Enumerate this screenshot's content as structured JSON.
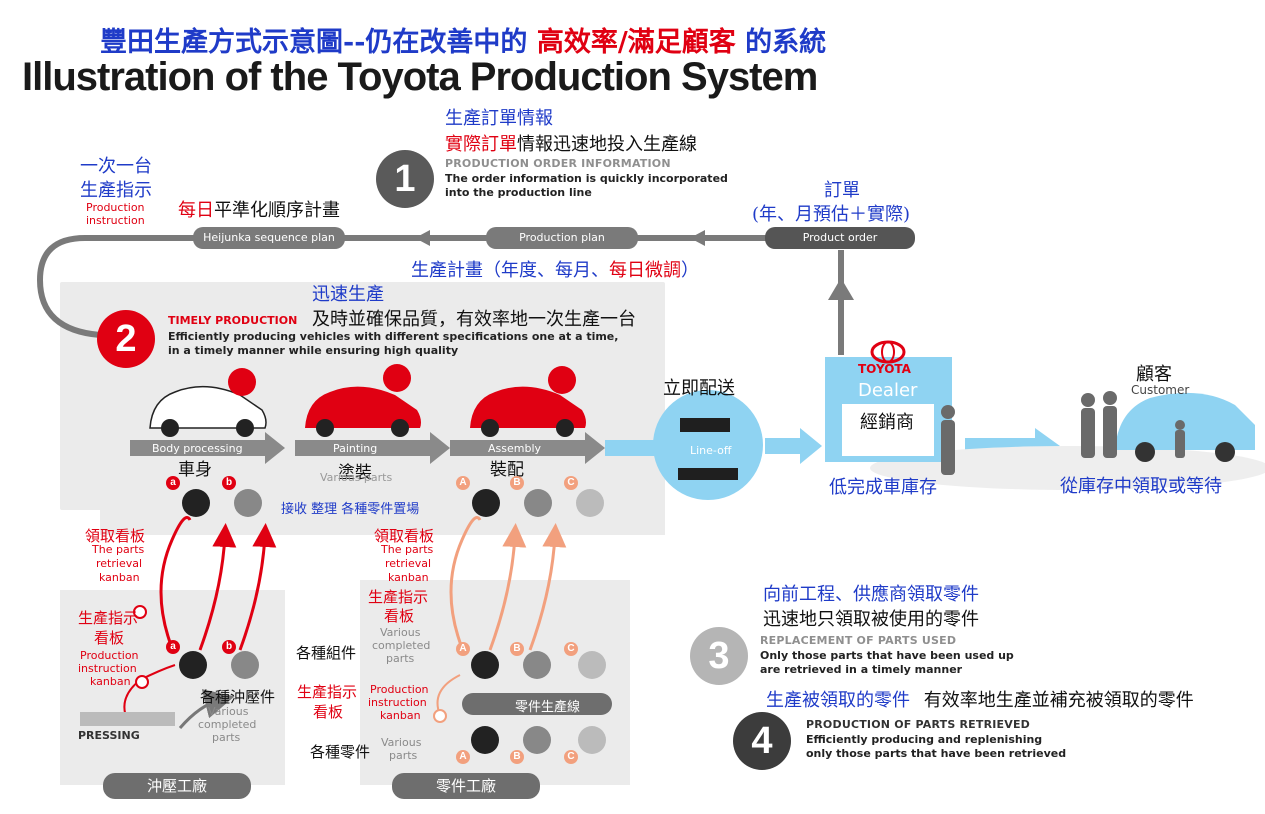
{
  "title": {
    "zh_part1": "豐田生產方式示意圖--仍在改善中的",
    "zh_part2": "高效率/滿足顧客",
    "zh_part3": "的系統",
    "en": "Illustration of the Toyota Production System"
  },
  "step1": {
    "number": "1",
    "zh_line1": "生產訂單情報",
    "zh_line2_red": "實際訂單",
    "zh_line2_rest": "情報迅速地投入生產線",
    "caption": "PRODUCTION ORDER INFORMATION",
    "desc_line1": "The order information is quickly incorporated",
    "desc_line2": "into the production line"
  },
  "instruction": {
    "zh_line1": "一次一台",
    "zh_line2": "生產指示",
    "en_line1": "Production",
    "en_line2": "instruction"
  },
  "daily": {
    "red": "每日",
    "rest": "平準化順序計畫"
  },
  "order_box": {
    "zh_line1": "訂單",
    "zh_line2": "(年、月預估＋實際)"
  },
  "pills": {
    "heijunka": "Heijunka sequence plan",
    "production_plan": "Production plan",
    "product_order": "Product order"
  },
  "production_plan_zh": {
    "blue": "生產計畫（年度、每月、",
    "red": "每日微調",
    "end": "）"
  },
  "step2": {
    "number": "2",
    "zh_blue": "迅速生產",
    "zh_black": "及時並確保品質，有效率地一次生產一台",
    "caption": "TIMELY PRODUCTION",
    "desc_line1": "Efficiently producing vehicles with different specifications one at a time,",
    "desc_line2": "in a timely manner while ensuring high quality"
  },
  "processes": {
    "body_en": "Body processing",
    "body_zh": "車身",
    "paint_en": "Painting",
    "paint_zh": "塗裝",
    "assembly_en": "Assembly",
    "assembly_zh": "裝配",
    "various_parts": "Various parts",
    "line_off": "Line-off",
    "immediate": "立即配送"
  },
  "dealer": {
    "brand": "TOYOTA",
    "en": "Dealer",
    "zh": "經銷商",
    "inventory": "低完成車庫存"
  },
  "customer": {
    "zh": "顧客",
    "en": "Customer",
    "pickup": "從庫存中領取或等待"
  },
  "store": "接收 整理 各種零件置場",
  "kanban_left": {
    "retrieval_zh": "領取看板",
    "retrieval_en_1": "The parts",
    "retrieval_en_2": "retrieval",
    "retrieval_en_3": "kanban",
    "instr_zh_1": "生產指示",
    "instr_zh_2": "看板",
    "instr_en_1": "Production",
    "instr_en_2": "instruction",
    "instr_en_3": "kanban",
    "pressed": "各種沖壓件",
    "various_1": "Various",
    "various_2": "completed",
    "various_3": "parts",
    "pressing": "PRESSING",
    "plant": "沖壓工廠"
  },
  "kanban_right": {
    "retrieval_zh": "領取看板",
    "retrieval_en_1": "The parts",
    "retrieval_en_2": "retrieval",
    "retrieval_en_3": "kanban",
    "instr_zh_1": "生產指示",
    "instr_zh_2": "看板",
    "various_1": "Various",
    "various_2": "completed",
    "various_3": "parts",
    "components": "各種組件",
    "instr2_zh_1": "生產指示",
    "instr2_zh_2": "看板",
    "prod_en_1": "Production",
    "prod_en_2": "instruction",
    "prod_en_3": "kanban",
    "line": "零件生產線",
    "parts_zh": "各種零件",
    "parts_en_1": "Various",
    "parts_en_2": "parts",
    "plant": "零件工廠"
  },
  "gear_labels": {
    "a": "a",
    "b": "b",
    "A": "A",
    "B": "B",
    "C": "C"
  },
  "step3": {
    "number": "3",
    "zh_blue": "向前工程、供應商領取零件",
    "zh_black": "迅速地只領取被使用的零件",
    "caption": "REPLACEMENT OF PARTS USED",
    "desc_line1": "Only those parts that have been used up",
    "desc_line2": "are retrieved in a timely manner"
  },
  "step4": {
    "number": "4",
    "zh_blue": "生產被領取的零件",
    "zh_black": "有效率地生產並補充被領取的零件",
    "caption": "PRODUCTION OF PARTS RETRIEVED",
    "desc_line1": "Efficiently producing and replenishing",
    "desc_line2": "only those parts that have been retrieved"
  },
  "colors": {
    "brand_red": "#e00012",
    "zh_blue": "#1f3bc8",
    "light_blue": "#8fd3f2",
    "gray": "#7a7a7a",
    "salmon": "#f2a07e"
  }
}
